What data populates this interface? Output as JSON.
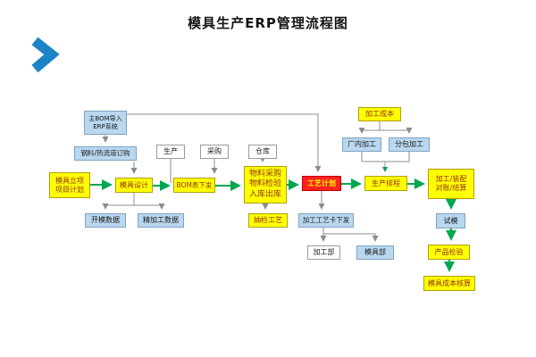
{
  "title": "模具生产ERP管理流程图",
  "colors": {
    "yellow": "#ffff00",
    "blue": "#b9d7ef",
    "red": "#ff2020",
    "yellow_text": "#933018",
    "red_box_text": "#ffff00",
    "flow_arrow": "#00a651",
    "connector": "#8c8c8c",
    "chevron": "#1c84c6"
  },
  "nodes": [
    {
      "id": "main-bom-import-erp",
      "type": "blue",
      "label": "主BOM导入\nERP系统"
    },
    {
      "id": "steel-hotrunner-order",
      "type": "blue",
      "label": "钢料/热流道订购"
    },
    {
      "id": "production-dept",
      "type": "white",
      "label": "生产"
    },
    {
      "id": "purchasing-dept",
      "type": "white",
      "label": "采购"
    },
    {
      "id": "warehouse-dept",
      "type": "white",
      "label": "仓库"
    },
    {
      "id": "mold-project-plan",
      "type": "yellow",
      "label": "模具立项\n项目计划"
    },
    {
      "id": "mold-design",
      "type": "yellow",
      "label": "模具设计"
    },
    {
      "id": "bom-release",
      "type": "yellow",
      "label": "BOM表下发"
    },
    {
      "id": "material-purchase",
      "type": "yellow",
      "label": "物料采购\n物料检验\n入库出库"
    },
    {
      "id": "process-plan",
      "type": "red",
      "label": "工艺计划"
    },
    {
      "id": "production-schedule",
      "type": "yellow",
      "label": "生产排程"
    },
    {
      "id": "machining-assembly-settle",
      "type": "yellow",
      "label": "加工/装配\n对账/结算"
    },
    {
      "id": "machining-cost",
      "type": "yellow",
      "label": "加工成本"
    },
    {
      "id": "inhouse-machining",
      "type": "blue",
      "label": "厂内加工"
    },
    {
      "id": "outsourced-machining",
      "type": "blue",
      "label": "分包加工"
    },
    {
      "id": "mold-opening-data",
      "type": "blue",
      "label": "开模数据"
    },
    {
      "id": "finishing-data",
      "type": "blue",
      "label": "精加工数据"
    },
    {
      "id": "sampling-inspection",
      "type": "yellow",
      "label": "抽检工艺"
    },
    {
      "id": "process-card-release",
      "type": "blue",
      "label": "加工工艺卡下发"
    },
    {
      "id": "machining-dept",
      "type": "white",
      "label": "加工部"
    },
    {
      "id": "mold-dept",
      "type": "blue",
      "label": "模具部"
    },
    {
      "id": "mold-trial",
      "type": "blue",
      "label": "试模"
    },
    {
      "id": "product-inspection",
      "type": "yellow",
      "label": "产品检验"
    },
    {
      "id": "mold-cost-accounting",
      "type": "yellow",
      "label": "模具成本核算"
    }
  ],
  "edges": [
    {
      "from": "main-bom-import-erp",
      "to": "process-plan"
    },
    {
      "from": "main-bom-import-erp",
      "to": "steel-hotrunner-order"
    },
    {
      "from": "steel-hotrunner-order",
      "to": "mold-design"
    },
    {
      "from": "production-dept",
      "to": "main-flow"
    },
    {
      "from": "purchasing-dept",
      "to": "bom-release"
    },
    {
      "from": "warehouse-dept",
      "to": "material-purchase"
    },
    {
      "from": "mold-project-plan",
      "to": "mold-design"
    },
    {
      "from": "mold-design",
      "to": "bom-release"
    },
    {
      "from": "mold-design",
      "to": "mold-opening-data"
    },
    {
      "from": "mold-design",
      "to": "finishing-data"
    },
    {
      "from": "bom-release",
      "to": "material-purchase"
    },
    {
      "from": "material-purchase",
      "to": "process-plan"
    },
    {
      "from": "material-purchase",
      "to": "sampling-inspection"
    },
    {
      "from": "process-plan",
      "to": "production-schedule"
    },
    {
      "from": "process-plan",
      "to": "process-card-release"
    },
    {
      "from": "process-card-release",
      "to": "machining-dept"
    },
    {
      "from": "process-card-release",
      "to": "mold-dept"
    },
    {
      "from": "machining-cost",
      "to": "inhouse-machining"
    },
    {
      "from": "machining-cost",
      "to": "outsourced-machining"
    },
    {
      "from": "inhouse-machining",
      "to": "production-schedule"
    },
    {
      "from": "outsourced-machining",
      "to": "production-schedule"
    },
    {
      "from": "production-schedule",
      "to": "machining-assembly-settle"
    },
    {
      "from": "machining-assembly-settle",
      "to": "mold-trial"
    },
    {
      "from": "mold-trial",
      "to": "product-inspection"
    },
    {
      "from": "product-inspection",
      "to": "mold-cost-accounting"
    }
  ]
}
